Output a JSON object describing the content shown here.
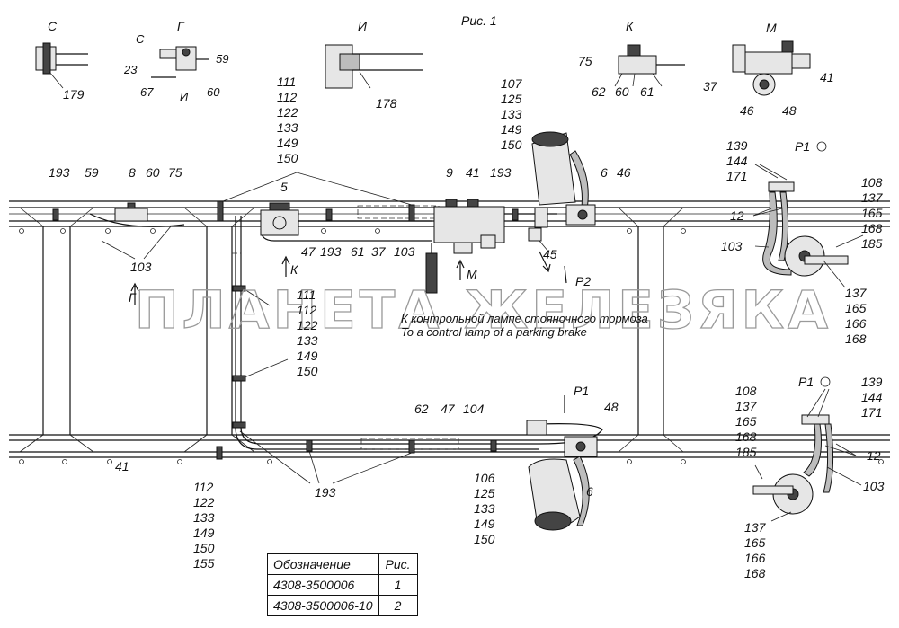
{
  "figure_title": "Рис. 1",
  "view_letters": {
    "c": "С",
    "g": "Г",
    "i": "И",
    "k": "К",
    "m": "М",
    "c_small": "С",
    "i_small": "И",
    "k_arrow": "К",
    "m_arrow": "М",
    "g_arrow": "Г"
  },
  "rotation_labels": {
    "p1_top": "Р1",
    "p1_bottom": "Р1",
    "p1_arrow": "Р1",
    "p2_arrow": "Р2"
  },
  "callouts": {
    "c179": "179",
    "g_23": "23",
    "g_59": "59",
    "g_67": "67",
    "g_60": "60",
    "i178": "178",
    "k_75": "75",
    "k_62": "62",
    "k_60": "60",
    "k_61": "61",
    "m_37": "37",
    "m_41": "41",
    "m_46": "46",
    "m_48": "48",
    "top_193": "193",
    "top_59": "59",
    "top_8": "8",
    "top_60": "60",
    "top_75": "75",
    "top_5": "5",
    "top_9": "9",
    "top_41": "41",
    "top_193b": "193",
    "top_6": "6",
    "top_46": "46",
    "mid_47": "47",
    "mid_193": "193",
    "mid_61": "61",
    "mid_37": "37",
    "mid_103": "103",
    "mid_45": "45",
    "left_103": "103",
    "bot_62": "62",
    "bot_47": "47",
    "bot_104": "104",
    "bot_48": "48",
    "bot_41": "41",
    "bot_193": "193",
    "bot_6": "6",
    "r1_12": "12",
    "r1_103": "103",
    "r2_12": "12",
    "r2_103": "103"
  },
  "stacks": {
    "top_center": [
      "111",
      "112",
      "122",
      "133",
      "149",
      "150"
    ],
    "top_right": [
      "107",
      "125",
      "133",
      "149",
      "150"
    ],
    "mid_center": [
      "111",
      "112",
      "122",
      "133",
      "149",
      "150"
    ],
    "bot_left": [
      "112",
      "122",
      "133",
      "149",
      "150",
      "155"
    ],
    "bot_center": [
      "106",
      "125",
      "133",
      "149",
      "150"
    ],
    "r1_top": [
      "139",
      "144",
      "171"
    ],
    "r1_right": [
      "108",
      "137",
      "165",
      "168",
      "185"
    ],
    "r1_bottom": [
      "137",
      "165",
      "166",
      "168"
    ],
    "r2_top": [
      "139",
      "144",
      "171"
    ],
    "r2_left": [
      "108",
      "137",
      "165",
      "168",
      "185"
    ],
    "r2_bottom": [
      "137",
      "165",
      "166",
      "168"
    ]
  },
  "note": {
    "ru": "К контрольной лампе стояночного тормоза",
    "en": "To a control lamp of a parking brake"
  },
  "watermark": "ПЛАНЕТА ЖЕЛЕЗЯКА",
  "designation_table": {
    "header": [
      "Обозначение",
      "Рис."
    ],
    "rows": [
      [
        "4308-3500006",
        "1"
      ],
      [
        "4308-3500006-10",
        "2"
      ]
    ]
  }
}
